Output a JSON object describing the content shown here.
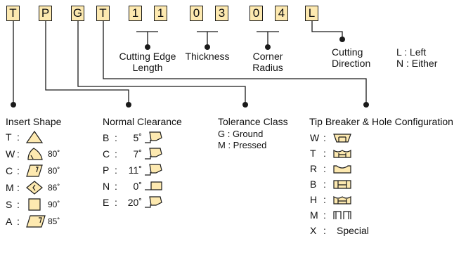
{
  "code_letters": [
    "T",
    "P",
    "G",
    "T",
    "1",
    "1",
    "0",
    "3",
    "0",
    "4",
    "L"
  ],
  "field_labels": {
    "cutting_edge": [
      "Cutting Edge",
      "Length"
    ],
    "thickness": "Thickness",
    "corner": [
      "Corner",
      "Radius"
    ],
    "cutting_direction": [
      "Cutting",
      "Direction"
    ],
    "direction_options": [
      "L : Left",
      "N : Either"
    ]
  },
  "insert_shape": {
    "title": "Insert Shape",
    "rows": [
      {
        "code": "T",
        "sep": ":",
        "icon": "triangle-icon",
        "angle": ""
      },
      {
        "code": "W",
        "sep": ":",
        "icon": "trigon-icon",
        "angle": "80˚"
      },
      {
        "code": "C",
        "sep": ":",
        "icon": "rhombus-80-icon",
        "angle": "80˚"
      },
      {
        "code": "M",
        "sep": ":",
        "icon": "rhombus-86-icon",
        "angle": "86˚"
      },
      {
        "code": "S",
        "sep": ":",
        "icon": "square-icon",
        "angle": "90˚"
      },
      {
        "code": "A",
        "sep": ":",
        "icon": "parallelogram-icon",
        "angle": "85˚"
      }
    ]
  },
  "normal_clearance": {
    "title": "Normal Clearance",
    "rows": [
      {
        "code": "B",
        "sep": ":",
        "angle": "5˚",
        "icon": "clearance-icon"
      },
      {
        "code": "C",
        "sep": ":",
        "angle": "7˚",
        "icon": "clearance-icon"
      },
      {
        "code": "P",
        "sep": ":",
        "angle": "11˚",
        "icon": "clearance-icon"
      },
      {
        "code": "N",
        "sep": ":",
        "angle": "0˚",
        "icon": "zero-clearance-icon"
      },
      {
        "code": "E",
        "sep": ":",
        "angle": "20˚",
        "icon": "clearance-icon"
      }
    ]
  },
  "tolerance_class": {
    "title": "Tolerance Class",
    "rows": [
      "G : Ground",
      "M : Pressed"
    ]
  },
  "tip_breaker": {
    "title": "Tip Breaker & Hole Configuration",
    "rows": [
      {
        "code": "W",
        "sep": ":",
        "icon": "breaker-w-icon",
        "text": ""
      },
      {
        "code": "T",
        "sep": ":",
        "icon": "breaker-t-icon",
        "text": ""
      },
      {
        "code": "R",
        "sep": ":",
        "icon": "breaker-r-icon",
        "text": ""
      },
      {
        "code": "B",
        "sep": ":",
        "icon": "breaker-b-icon",
        "text": ""
      },
      {
        "code": "H",
        "sep": ":",
        "icon": "breaker-h-icon",
        "text": ""
      },
      {
        "code": "M",
        "sep": ":",
        "icon": "breaker-m-icon",
        "text": ""
      },
      {
        "code": "X",
        "sep": ":",
        "icon": "",
        "text": "Special"
      }
    ]
  },
  "colors": {
    "box_fill": "#fde9b0",
    "icon_fill": "#fde9b0",
    "line": "#1a1a1a"
  }
}
